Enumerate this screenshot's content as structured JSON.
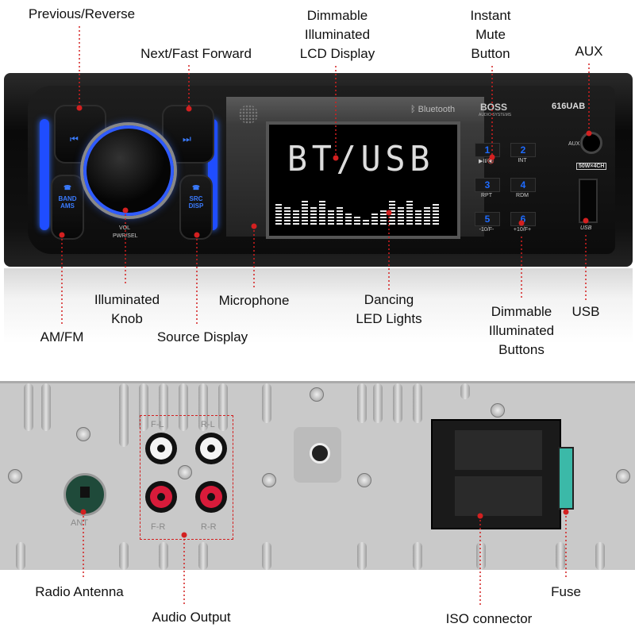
{
  "callouts": {
    "previous_reverse": "Previous/Reverse",
    "next_fast_forward": "Next/Fast Forward",
    "lcd_display": [
      "Dimmable",
      "Illuminated",
      "LCD Display"
    ],
    "mute_button": [
      "Instant",
      "Mute",
      "Button"
    ],
    "aux": "AUX",
    "knob": [
      "Illuminated",
      "Knob"
    ],
    "am_fm": "AM/FM",
    "source_display": "Source Display",
    "microphone": "Microphone",
    "led_lights": [
      "Dancing",
      "LED Lights"
    ],
    "illuminated_buttons": [
      "Dimmable",
      "Illuminated",
      "Buttons"
    ],
    "usb": "USB",
    "radio_antenna": "Radio Antenna",
    "audio_output": "Audio Output",
    "iso_connector": "ISO connector",
    "fuse": "Fuse"
  },
  "faceplate": {
    "bluetooth": "Bluetooth",
    "brand": "BOSS",
    "brand_sub": "AUDIO SYSTEMS",
    "model": "616UAB",
    "lcd_text": "BT/USB",
    "eq_levels": [
      6,
      5,
      4,
      7,
      5,
      7,
      4,
      5,
      3,
      2,
      1,
      3,
      4,
      7,
      5,
      7,
      4,
      5,
      6
    ],
    "buttons": [
      {
        "num": "1",
        "caption": "▶II/🔇"
      },
      {
        "num": "2",
        "caption": "INT"
      },
      {
        "num": "3",
        "caption": "RPT"
      },
      {
        "num": "4",
        "caption": "RDM"
      },
      {
        "num": "5",
        "caption": "-10/F-"
      },
      {
        "num": "6",
        "caption": "+10/F+"
      }
    ],
    "aux_label": "AUX",
    "power_badge": "50W×4CH",
    "usb_label": "USB",
    "band_label": [
      "BAND",
      "AMS"
    ],
    "src_label": [
      "SRC",
      "DISP"
    ],
    "vol_label": "VOL",
    "pwr_label": "PWR/SEL",
    "accent_color": "#1f4dff",
    "callout_color": "#d32020"
  },
  "rear": {
    "rca_labels": [
      "F-L",
      "R-L",
      "F-R",
      "R-R"
    ],
    "ant_label": "ANT"
  }
}
